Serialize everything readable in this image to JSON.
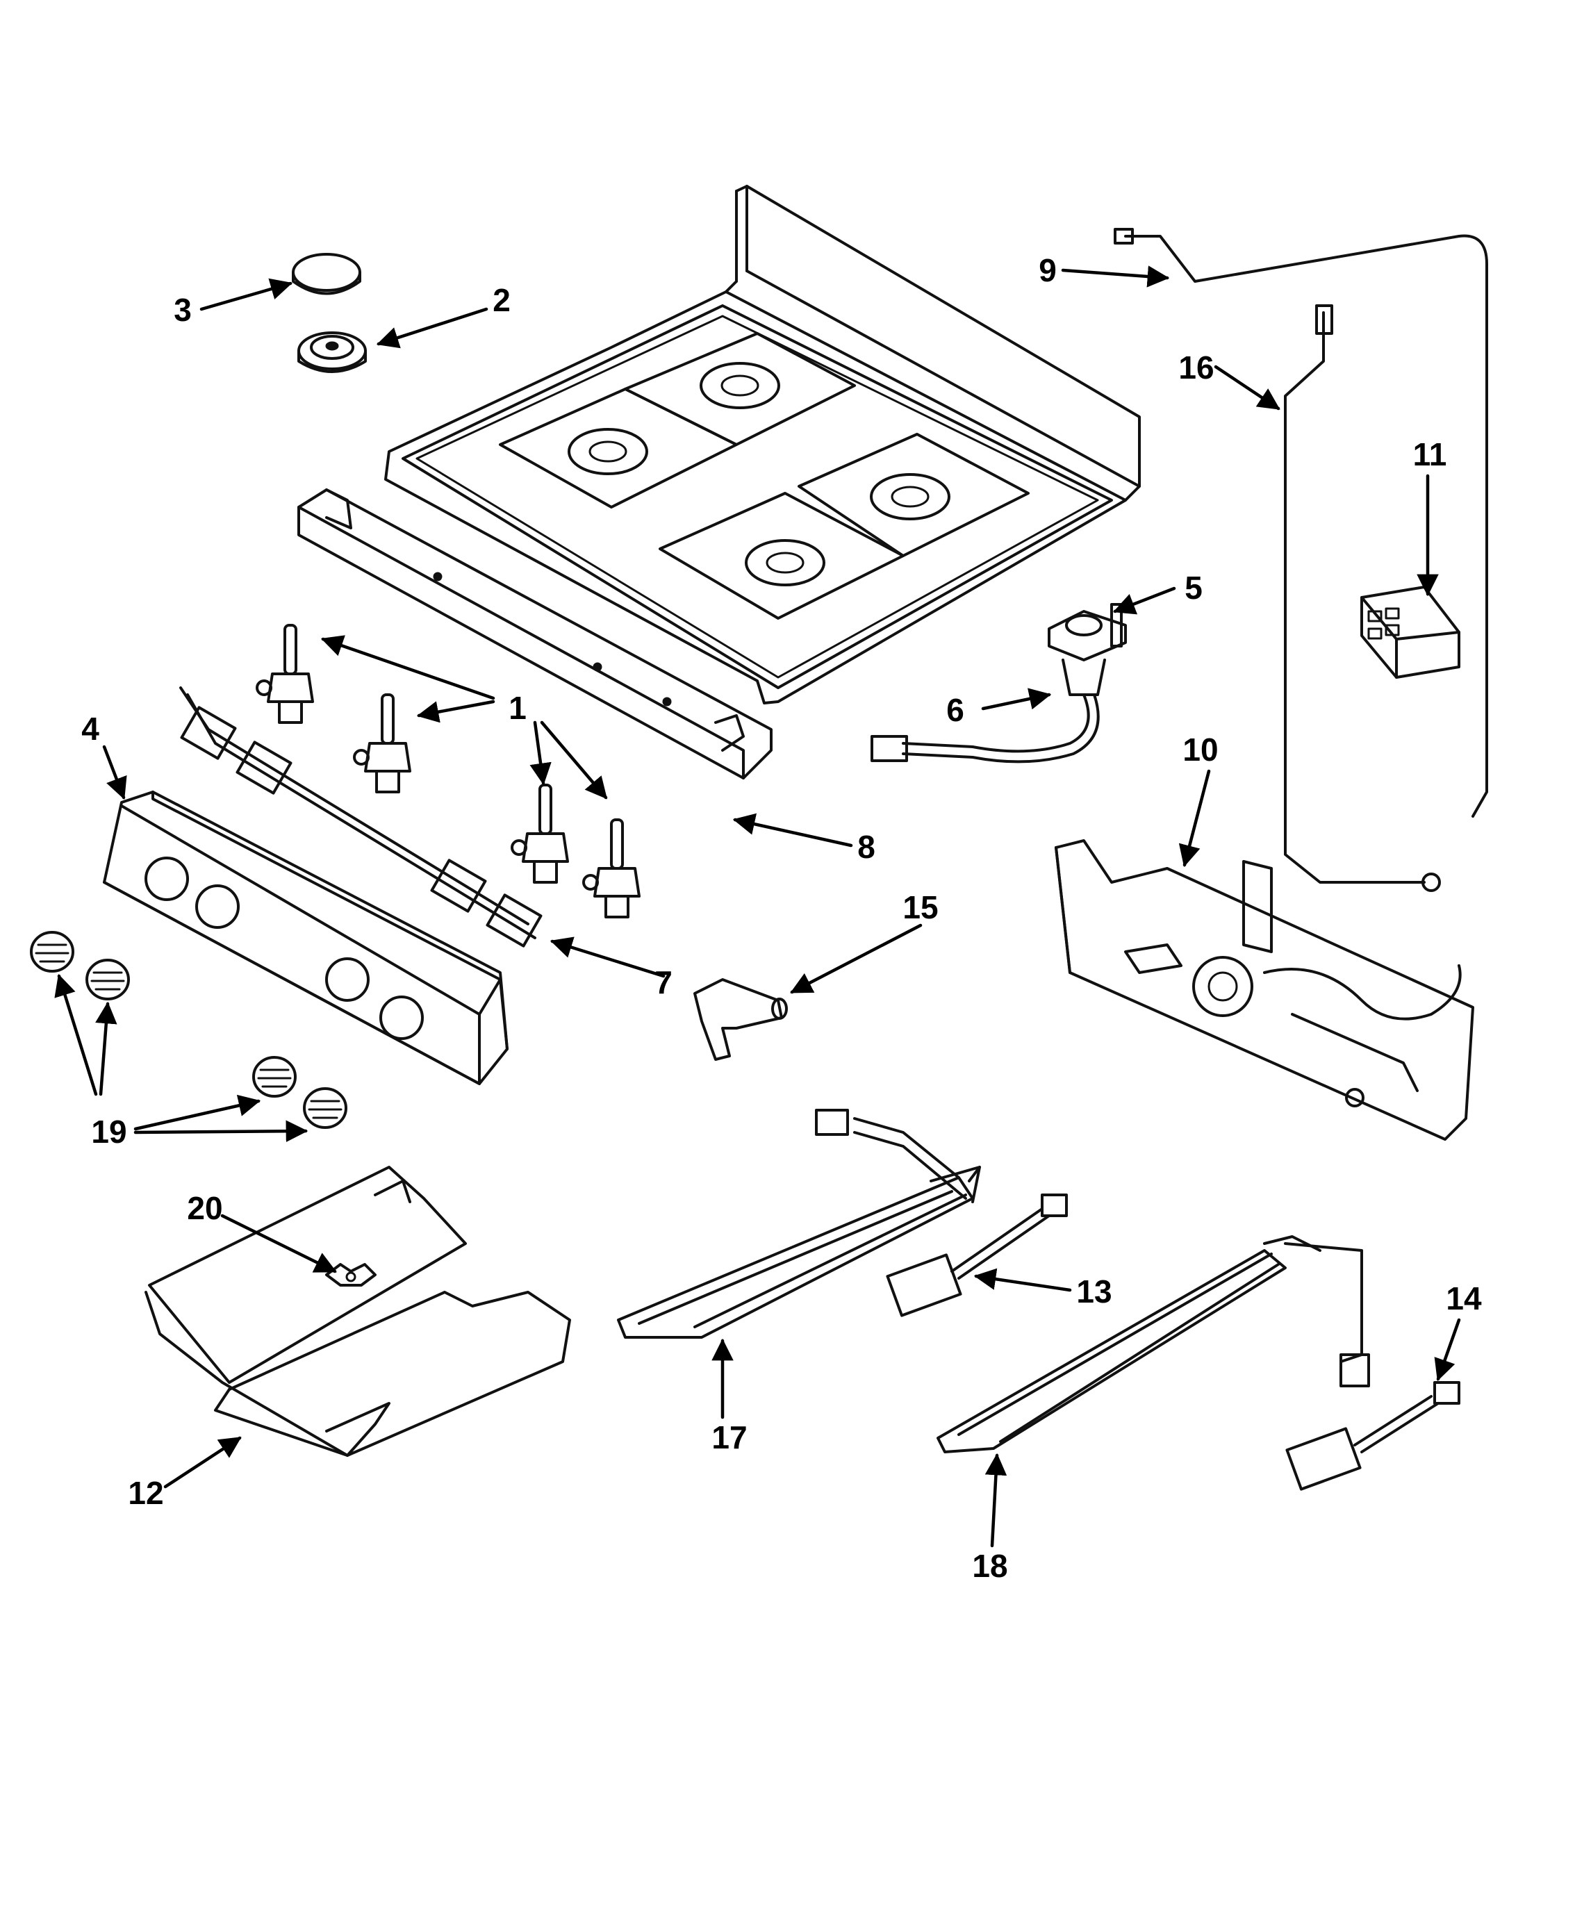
{
  "diagram": {
    "callouts": [
      {
        "id": "1",
        "text": "1"
      },
      {
        "id": "2",
        "text": "2"
      },
      {
        "id": "3",
        "text": "3"
      },
      {
        "id": "4",
        "text": "4"
      },
      {
        "id": "5",
        "text": "5"
      },
      {
        "id": "6",
        "text": "6"
      },
      {
        "id": "7",
        "text": "7"
      },
      {
        "id": "8",
        "text": "8"
      },
      {
        "id": "9",
        "text": "9"
      },
      {
        "id": "10",
        "text": "10"
      },
      {
        "id": "11",
        "text": "11"
      },
      {
        "id": "12",
        "text": "12"
      },
      {
        "id": "13",
        "text": "13"
      },
      {
        "id": "14",
        "text": "14"
      },
      {
        "id": "15",
        "text": "15"
      },
      {
        "id": "16",
        "text": "16"
      },
      {
        "id": "17",
        "text": "17"
      },
      {
        "id": "18",
        "text": "18"
      },
      {
        "id": "19",
        "text": "19"
      },
      {
        "id": "20",
        "text": "20"
      }
    ]
  }
}
